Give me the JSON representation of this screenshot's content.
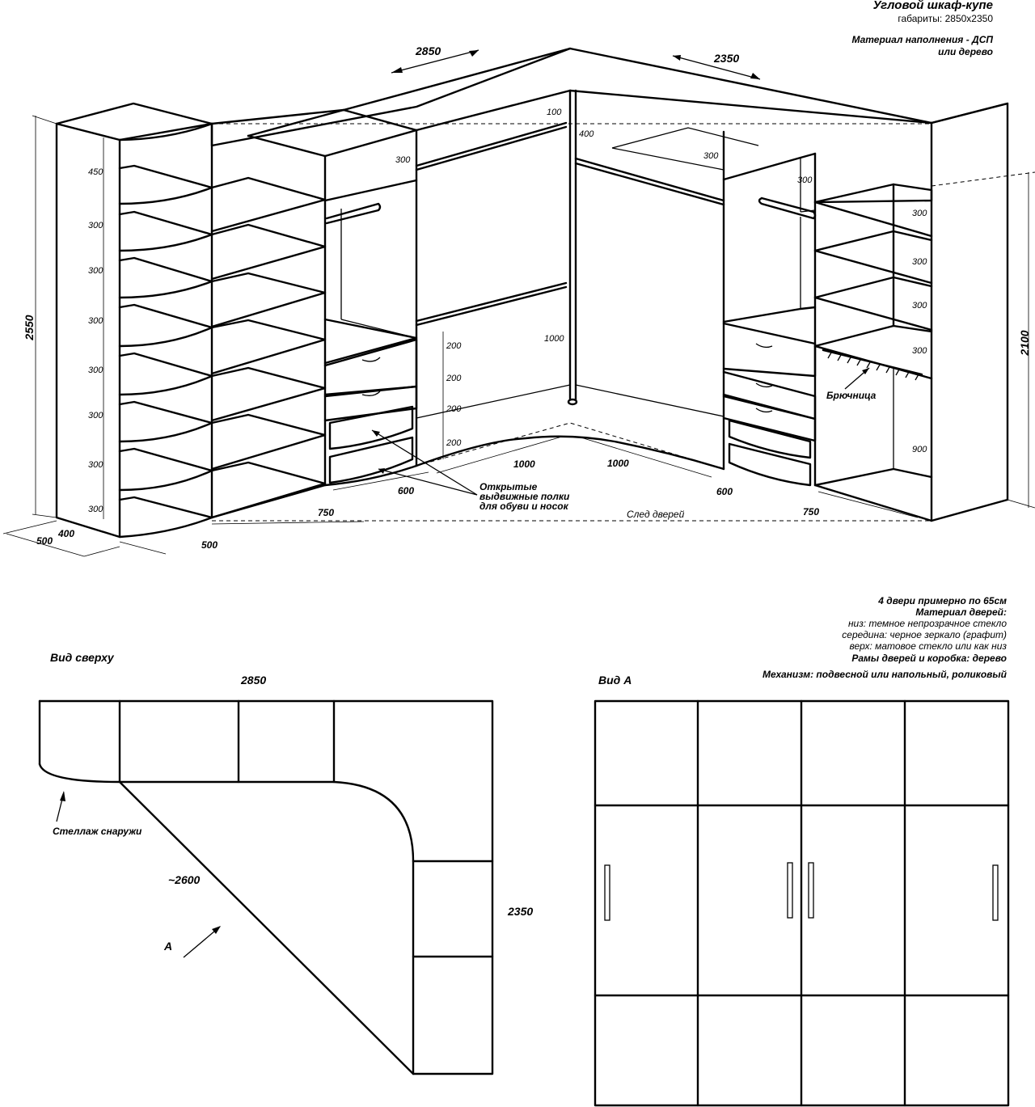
{
  "header": {
    "title": "Угловой шкаф-купе",
    "size": "габариты: 2850x2350",
    "material_line1": "Материал наполнения - ДСП",
    "material_line2": "или дерево"
  },
  "perspective": {
    "width_top": "2850",
    "depth_top": "2350",
    "height_total": "2550",
    "height_right": "2100",
    "left_shelves": [
      "450",
      "300",
      "300",
      "300",
      "300",
      "300",
      "300",
      "300"
    ],
    "dim_100": "100",
    "dim_400": "400",
    "dim_300_a": "300",
    "dim_300_b": "300",
    "dim_300_c": "300",
    "drawers_left": [
      "200",
      "200",
      "200",
      "200"
    ],
    "rod_1000": "1000",
    "right_shelves": [
      "300",
      "300",
      "300",
      "300"
    ],
    "right_900": "900",
    "trouser_rack": "Брючница",
    "shoe_shelves_line1": "Открытые",
    "shoe_shelves_line2": "выдвижные полки",
    "shoe_shelves_line3": "для обуви и носок",
    "floor_1000_a": "1000",
    "floor_1000_b": "1000",
    "floor_600_a": "600",
    "floor_600_b": "600",
    "floor_750_a": "750",
    "floor_750_b": "750",
    "door_trace": "След дверей",
    "base_400": "400",
    "base_500_a": "500",
    "base_500_b": "500"
  },
  "notes": {
    "doors": "4 двери примерно по 65см",
    "door_material": "Материал дверей:",
    "bottom": "низ: темное непрозрачное стекло",
    "middle": "середина: черное зеркало (графит)",
    "top": "верх: матовое стекло или как низ",
    "frames": "Рамы дверей и коробка: дерево",
    "mechanism": "Механизм: подвесной или напольный, роликовый"
  },
  "top_view": {
    "title": "Вид сверху",
    "width": "2850",
    "depth": "2350",
    "diagonal": "~2600",
    "arrow_label": "A",
    "outer_rack": "Стеллаж снаружи"
  },
  "view_a": {
    "title": "Вид А"
  }
}
